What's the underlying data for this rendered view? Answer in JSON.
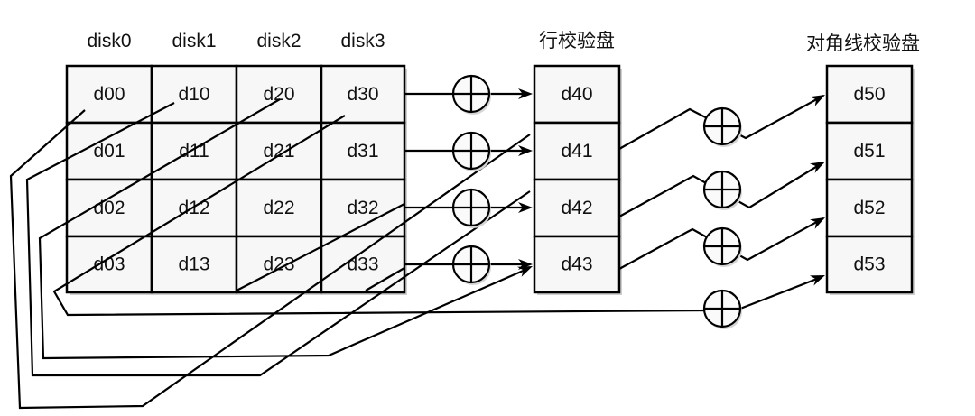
{
  "diagram": {
    "type": "RAID-DP row and diagonal parity",
    "data_disks": {
      "headers": [
        "disk0",
        "disk1",
        "disk2",
        "disk3"
      ],
      "rows": [
        [
          "d00",
          "d10",
          "d20",
          "d30"
        ],
        [
          "d01",
          "d11",
          "d21",
          "d31"
        ],
        [
          "d02",
          "d12",
          "d22",
          "d32"
        ],
        [
          "d03",
          "d13",
          "d23",
          "d33"
        ]
      ]
    },
    "row_parity_disk": {
      "header": "行校验盘",
      "cells": [
        "d40",
        "d41",
        "d42",
        "d43"
      ]
    },
    "diagonal_parity_disk": {
      "header": "对角线校验盘",
      "cells": [
        "d50",
        "d51",
        "d52",
        "d53"
      ]
    },
    "xor_symbol": "xor-operator-icon",
    "connections": {
      "row_parity": [
        {
          "from": [
            "d00",
            "d10",
            "d20",
            "d30"
          ],
          "op": "XOR",
          "to": "d40"
        },
        {
          "from": [
            "d01",
            "d11",
            "d21",
            "d31"
          ],
          "op": "XOR",
          "to": "d41"
        },
        {
          "from": [
            "d02",
            "d12",
            "d22",
            "d32"
          ],
          "op": "XOR",
          "to": "d42"
        },
        {
          "from": [
            "d03",
            "d13",
            "d23",
            "d33"
          ],
          "op": "XOR",
          "to": "d43"
        }
      ],
      "diagonal_parity": [
        {
          "from": [
            "d00",
            "d33",
            "d22",
            "d41"
          ],
          "op": "XOR",
          "to": "d50"
        },
        {
          "from": [
            "d10",
            "d03",
            "d32",
            "d42"
          ],
          "op": "XOR",
          "to": "d51"
        },
        {
          "from": [
            "d20",
            "d13",
            "d02",
            "d43"
          ],
          "op": "XOR",
          "to": "d52"
        },
        {
          "from": [
            "d30",
            "d23",
            "d12",
            "d01"
          ],
          "op": "XOR",
          "to": "d53"
        }
      ]
    }
  }
}
